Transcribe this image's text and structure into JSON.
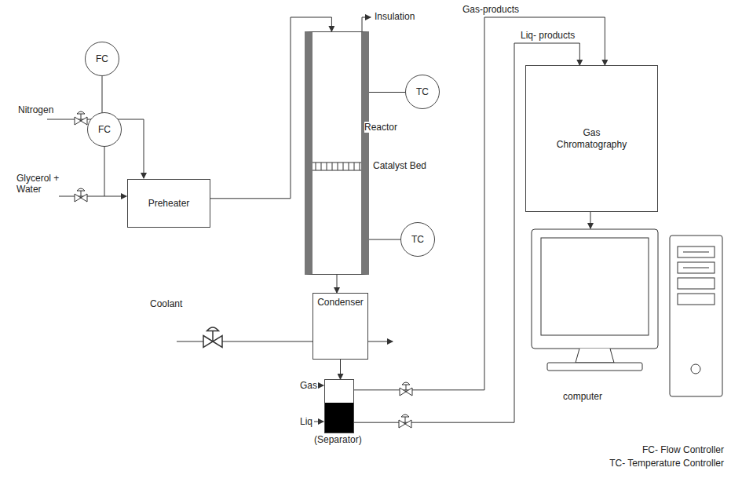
{
  "diagram": {
    "nodes": [
      {
        "text": [
          "FC"
        ]
      },
      {
        "text": [
          "FC"
        ]
      },
      {
        "text": [
          "Preheater"
        ]
      },
      {
        "text": [
          "Reactor"
        ]
      },
      {
        "text": [
          "TC"
        ]
      },
      {
        "text": [
          "TC"
        ]
      },
      {
        "text": [
          "Condenser"
        ]
      },
      {
        "text": [
          "(Separator)"
        ]
      },
      {
        "text": [
          "Gas Chromatography"
        ]
      }
    ],
    "edges": [
      {
        "from": 2,
        "to": 3,
        "arrow": "to"
      },
      {
        "from": 3,
        "to": 4,
        "arrow": "none"
      },
      {
        "from": 3,
        "to": 5,
        "arrow": "none"
      },
      {
        "from": 3,
        "to": 6,
        "arrow": "to"
      },
      {
        "from": 6,
        "to": 7,
        "arrow": "to"
      },
      {
        "from": 7,
        "to": 8,
        "label": "Gas-products",
        "arrow": "to"
      },
      {
        "from": 7,
        "to": 8,
        "label": "Liq- products",
        "arrow": "to"
      }
    ],
    "labels": [
      "Nitrogen",
      "Glycerol + Water",
      "Insulation",
      "Catalyst Bed",
      "Coolant",
      "Gas",
      "Liq",
      "computer",
      "FC- Flow Controller",
      "TC- Temperature Controller"
    ]
  }
}
